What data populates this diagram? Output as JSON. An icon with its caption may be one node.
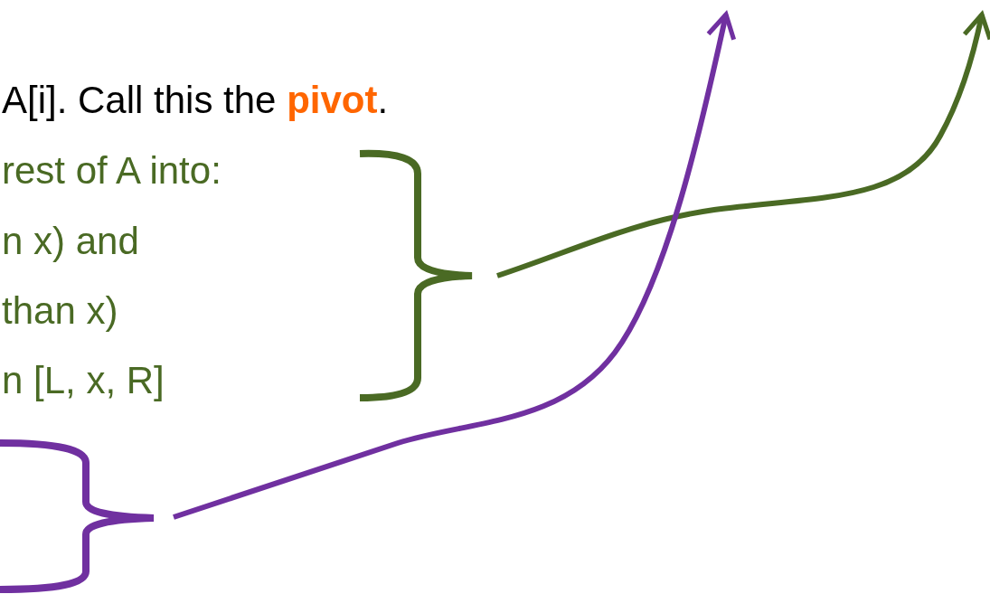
{
  "diagram": {
    "nodes": [
      {
        "text": [],
        "shape": "brace"
      },
      {
        "text": [],
        "shape": "brace"
      }
    ],
    "edges": [
      {
        "from": 0,
        "to": null,
        "arrow": "to",
        "color": "#4a6a24"
      },
      {
        "from": 1,
        "to": null,
        "arrow": "to",
        "color": "#7030a0"
      }
    ],
    "labels": [
      "A[i].  Call this the **pivot**.",
      "rest of A into:",
      "n x) and",
      "than x)",
      "n  [L, x, R]"
    ]
  }
}
